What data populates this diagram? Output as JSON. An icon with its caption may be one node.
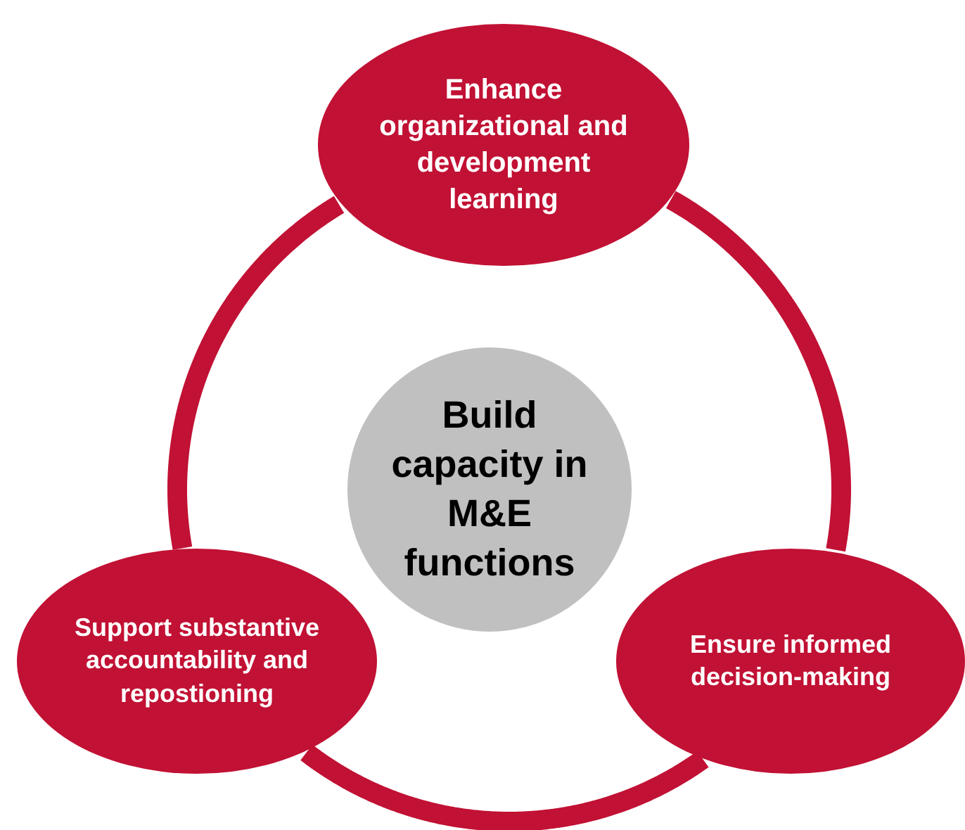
{
  "diagram": {
    "nodes": [
      {
        "text": [
          "Enhance organizational and development learning"
        ]
      },
      {
        "text": [
          "Build capacity in M&E functions"
        ]
      },
      {
        "text": [
          "Support substantive accountability and repostioning"
        ]
      },
      {
        "text": [
          "Ensure informed decision-making"
        ]
      }
    ],
    "edges": [
      {
        "from": 0,
        "to": 3,
        "arrow": "none"
      },
      {
        "from": 3,
        "to": 2,
        "arrow": "none"
      },
      {
        "from": 2,
        "to": 0,
        "arrow": "none"
      }
    ]
  }
}
